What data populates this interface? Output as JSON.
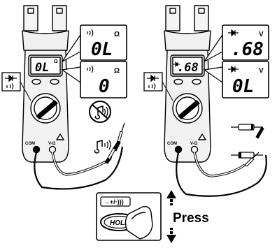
{
  "left_meter": {
    "main_display": "0L",
    "main_unit": "Ω",
    "callout_top": {
      "value": "0L",
      "unit": "Ω"
    },
    "callout_bottom": {
      "value": "0",
      "unit": "Ω"
    },
    "port_com": "COM",
    "port_v": "V-Ω",
    "sound_off_icon": "no-sound-icon",
    "sound_on_icon": "sound-icon"
  },
  "right_meter": {
    "main_display": ".68",
    "callout_top": {
      "value": ".68",
      "unit": "V"
    },
    "callout_bottom": {
      "value": "0L",
      "unit": "V"
    },
    "port_com": "COM",
    "port_v": "V-Ω"
  },
  "hold": {
    "mode_label": "→+/·)))",
    "button_label": "HOLD",
    "press_label": "Press"
  },
  "colors": {
    "line": "#000000",
    "body": "#f2f2f2",
    "lcd": "#ffffff"
  }
}
